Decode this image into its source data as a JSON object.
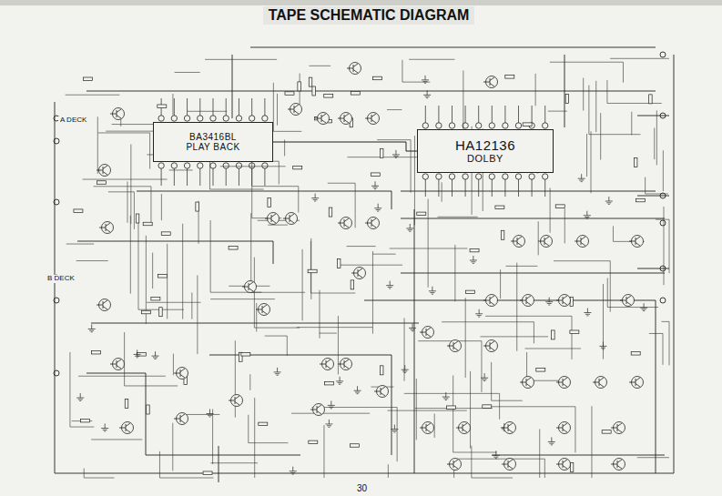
{
  "diagram": {
    "title": "TAPE SCHEMATIC DIAGRAM",
    "nodes": [
      {
        "text": [
          "BA3416BL",
          "PLAY BACK"
        ]
      },
      {
        "text": [
          "HA12136",
          "DOLBY"
        ]
      }
    ],
    "edges": [
      {
        "from": 0,
        "to": 1,
        "arrow": "none"
      }
    ],
    "labels": [
      "A DECK",
      "B DECK",
      "30"
    ]
  }
}
